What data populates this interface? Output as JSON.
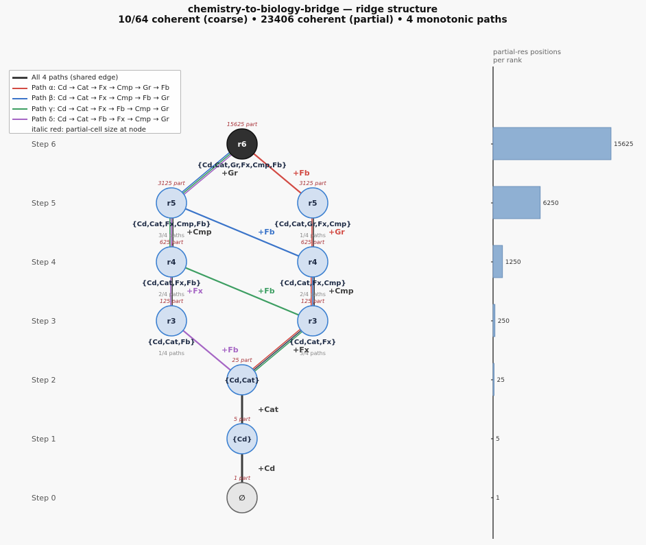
{
  "title_line1": "chemistry-to-biology-bridge — ridge structure",
  "title_line2": "10/64 coherent (coarse)  •  23406 coherent (partial)  •  4 monotonic paths",
  "legend": {
    "items": [
      {
        "label": "All 4 paths (shared edge)",
        "color": "#3d3d3d",
        "width": 3
      },
      {
        "label": "Path α: Cd → Cat → Fx → Cmp → Gr → Fb",
        "color": "#d24a43",
        "width": 2
      },
      {
        "label": "Path β: Cd → Cat → Fx → Cmp → Fb → Gr",
        "color": "#3a74c9",
        "width": 2
      },
      {
        "label": "Path γ: Cd → Cat → Fx → Fb → Cmp → Gr",
        "color": "#3d9e62",
        "width": 2
      },
      {
        "label": "Path δ: Cd → Cat → Fb → Fx → Cmp → Gr",
        "color": "#a565c4",
        "width": 2
      }
    ],
    "note": "italic red: partial-cell size at node"
  },
  "step_labels": [
    "Step 6",
    "Step 5",
    "Step 4",
    "Step 3",
    "Step 2",
    "Step 1",
    "Step 0"
  ],
  "colors": {
    "shared": "#3d3d3d",
    "alpha": "#d24a43",
    "beta": "#3a74c9",
    "gamma": "#3d9e62",
    "delta": "#a565c4",
    "node_fill": "#d3e0f1",
    "node_stroke": "#3a7fd0",
    "top_fill": "#303030",
    "empty_fill": "#e6e6e6",
    "partial_text": "#a8343a",
    "bar_fill": "#8fb0d3"
  },
  "nodes": [
    {
      "id": "r6",
      "label": "r6",
      "set": "{Cd,Cat,Gr,Fx,Cmp,Fb}",
      "partial": "15625 part",
      "paths": ""
    },
    {
      "id": "r5a",
      "label": "r5",
      "set": "{Cd,Cat,Fx,Cmp,Fb}",
      "partial": "3125 part",
      "paths": "3/4 paths"
    },
    {
      "id": "r5b",
      "label": "r5",
      "set": "{Cd,Cat,Gr,Fx,Cmp}",
      "partial": "3125 part",
      "paths": "1/4 paths"
    },
    {
      "id": "r4a",
      "label": "r4",
      "set": "{Cd,Cat,Fx,Fb}",
      "partial": "625 part",
      "paths": "2/4 paths"
    },
    {
      "id": "r4b",
      "label": "r4",
      "set": "{Cd,Cat,Fx,Cmp}",
      "partial": "625 part",
      "paths": "2/4 paths"
    },
    {
      "id": "r3a",
      "label": "r3",
      "set": "{Cd,Cat,Fb}",
      "partial": "125 part",
      "paths": "1/4 paths"
    },
    {
      "id": "r3b",
      "label": "r3",
      "set": "{Cd,Cat,Fx}",
      "partial": "125 part",
      "paths": "3/4 paths"
    },
    {
      "id": "cdcat",
      "label": "{Cd,Cat}",
      "set": "",
      "partial": "25 part",
      "paths": ""
    },
    {
      "id": "cd",
      "label": "{Cd}",
      "set": "",
      "partial": "5 part",
      "paths": ""
    },
    {
      "id": "empty",
      "label": "∅",
      "set": "",
      "partial": "1 part",
      "paths": ""
    }
  ],
  "edge_labels": [
    {
      "text": "+Gr",
      "color": "#3d3d3d"
    },
    {
      "text": "+Fb",
      "color": "#d24a43"
    },
    {
      "text": "+Cmp",
      "color": "#3d3d3d"
    },
    {
      "text": "+Fb",
      "color": "#3a74c9"
    },
    {
      "text": "+Gr",
      "color": "#d24a43"
    },
    {
      "text": "+Fx",
      "color": "#a565c4"
    },
    {
      "text": "+Fb",
      "color": "#3d9e62"
    },
    {
      "text": "+Cmp",
      "color": "#3d3d3d"
    },
    {
      "text": "+Fb",
      "color": "#a565c4"
    },
    {
      "text": "+Fx",
      "color": "#3d3d3d"
    },
    {
      "text": "+Cat",
      "color": "#3d3d3d"
    },
    {
      "text": "+Cd",
      "color": "#3d3d3d"
    }
  ],
  "chart_data": {
    "type": "bar",
    "orientation": "horizontal",
    "title": "partial-res positions\nper rank",
    "title_lines": [
      "partial-res positions",
      "per rank"
    ],
    "categories": [
      "Step 6",
      "Step 5",
      "Step 4",
      "Step 3",
      "Step 2",
      "Step 1",
      "Step 0"
    ],
    "values": [
      15625,
      6250,
      1250,
      250,
      25,
      5,
      1
    ],
    "value_labels": [
      "15625",
      "6250",
      "1250",
      "250",
      "25",
      "5",
      "1"
    ],
    "xlim": [
      0,
      15625
    ]
  }
}
